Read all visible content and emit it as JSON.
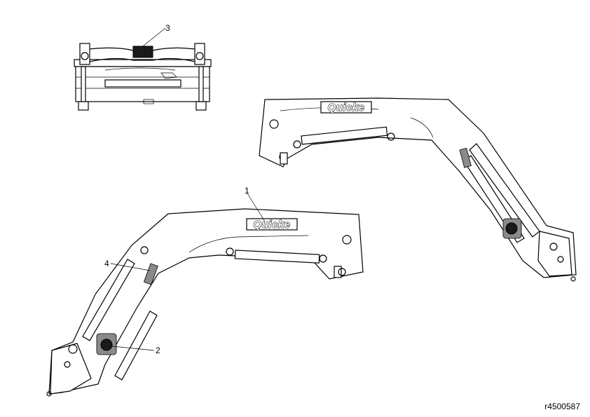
{
  "callouts": {
    "c1": "1",
    "c2": "2",
    "c3": "3",
    "c4": "4"
  },
  "logos": {
    "left_arm": "Quicke",
    "right_arm": "Quicke"
  },
  "reference": "r4500587",
  "colors": {
    "line": "#000000",
    "decal_dark": "#1a1a1a",
    "decal_grey": "#8a8a8a",
    "background": "#ffffff"
  }
}
